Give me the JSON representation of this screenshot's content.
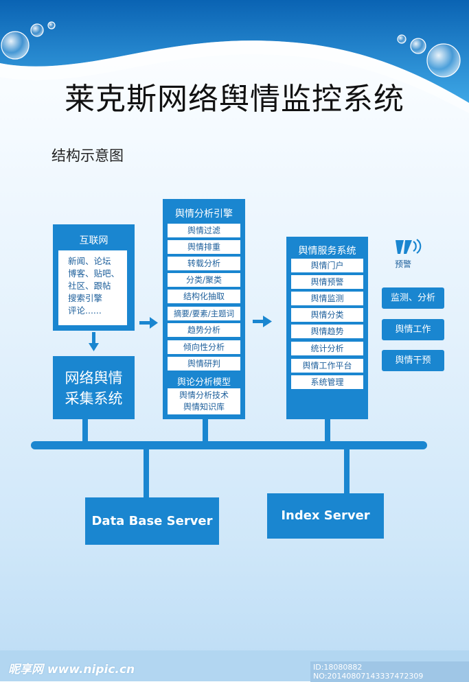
{
  "title": "莱克斯网络舆情监控系统",
  "subtitle": "结构示意图",
  "internet": {
    "label": "互联网",
    "lines": [
      "新闻、论坛",
      "博客、贴吧、",
      "社区、跟帖",
      "搜索引擎",
      "评论......"
    ]
  },
  "collection": {
    "line1": "网络舆情",
    "line2": "采集系统"
  },
  "engine": {
    "label": "舆情分析引擎",
    "items": [
      "舆情过滤",
      "舆情排重",
      "转载分析",
      "分类/聚类",
      "结构化抽取",
      "摘要/要素/主题词",
      "趋势分析",
      "倾向性分析",
      "舆情研判"
    ],
    "model_label": "舆论分析模型",
    "model_lines": [
      "舆情分析技术",
      "舆情知识库"
    ]
  },
  "service": {
    "label": "舆情服务系统",
    "items": [
      "舆情门户",
      "舆情预警",
      "舆情监测",
      "舆情分类",
      "舆情趋势",
      "统计分析",
      "舆情工作平台",
      "系统管理"
    ]
  },
  "warning": {
    "label": "预警"
  },
  "side_buttons": [
    "监测、分析",
    "舆情工作",
    "舆情干预"
  ],
  "servers": {
    "db": "Data Base Server",
    "index": "Index Server"
  },
  "watermark": {
    "left": "昵享网 www.nipic.cn",
    "right": "ID:18080882 NO:20140807143337472309"
  },
  "colors": {
    "primary": "#1a86d0",
    "item_text": "#1d5f9b",
    "title": "#111111"
  }
}
